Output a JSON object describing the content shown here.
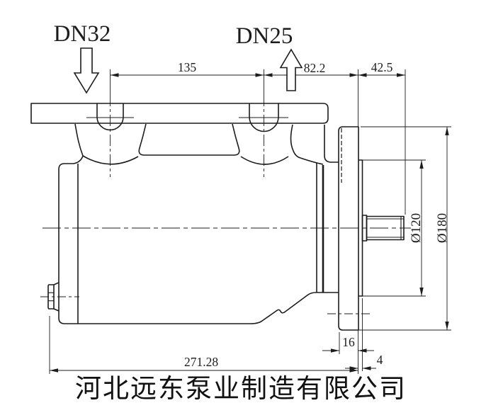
{
  "drawing": {
    "labels": {
      "port_left": "DN32",
      "port_right": "DN25"
    },
    "dimensions": {
      "span_ports": "135",
      "span_port_to_flange": "82.2",
      "shaft_length": "42.5",
      "pilot_diameter": "Ø120",
      "flange_diameter": "Ø180",
      "flange_thickness": "16",
      "pilot_depth": "4",
      "overall_length": "271.28"
    },
    "footer": {
      "company_name": "河北远东泵业制造有限公司"
    },
    "colors": {
      "line": "#1c1c1c",
      "background": "#ffffff"
    }
  }
}
